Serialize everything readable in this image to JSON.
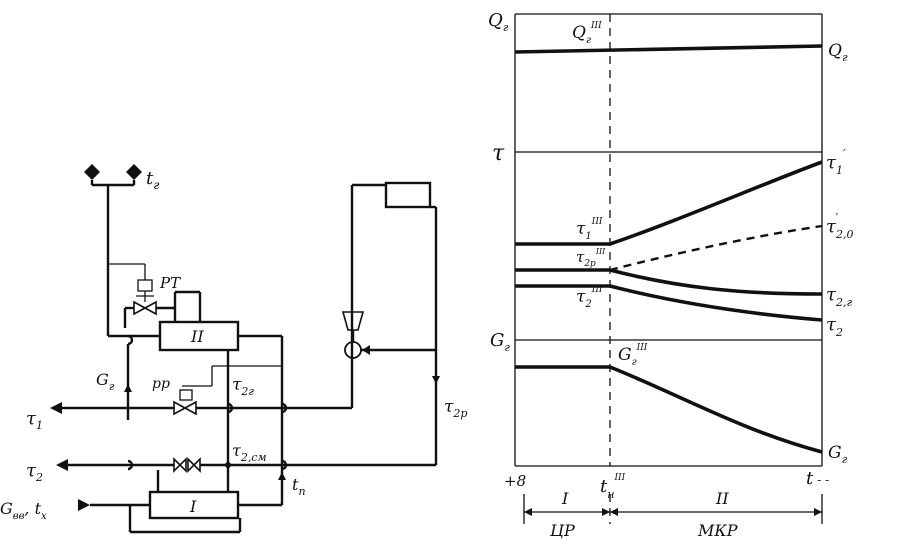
{
  "scheme": {
    "node_II": "II",
    "node_I": "I",
    "t_g": "t",
    "t_g_sub": "г",
    "PT": "PT",
    "PP": "pp",
    "G_g": "G",
    "G_g_sub": "г",
    "tau1": "τ",
    "tau1_sub": "1",
    "tau2": "τ",
    "tau2_sub": "2",
    "tau2g": "τ",
    "tau2g_sub": "2г",
    "tau2sm": "τ",
    "tau2sm_sub": "2,см",
    "tau2p": "τ",
    "tau2p_sub": "2р",
    "t_p": "t",
    "t_p_sub": "п",
    "G_vv": "G",
    "G_vv_sub": "вв",
    "G_vv_tail": ", t",
    "t_x_sub": "x"
  },
  "graph": {
    "axis_Q": "Q",
    "axis_Q_sub": "г",
    "Q_III": "Q",
    "Q_III_sub": "г",
    "Q_III_sup": "III",
    "Q_right": "Q",
    "Q_right_sub": "г",
    "axis_tau": "τ",
    "tau1_III": "τ",
    "tau1_III_sub": "1",
    "tau1_III_sup": "III",
    "tau2p_III": "τ",
    "tau2p_III_sub": "2р",
    "tau2p_III_sup": "III",
    "tau2_III": "τ",
    "tau2_III_sub": "2",
    "tau2_III_sup": "III",
    "tau1_right": "τ",
    "tau1_right_sub": "1",
    "tau1_right_sup": "′",
    "tau20_right": "τ",
    "tau20_right_sub": "2,0",
    "tau20_right_sup": "′",
    "tau2g_right": "τ",
    "tau2g_right_sub": "2,г",
    "tau2_right": "τ",
    "tau2_right_sub": "2",
    "axis_G": "G",
    "axis_G_sub": "г",
    "G_III": "G",
    "G_III_sub": "г",
    "G_III_sup": "III",
    "G_right": "G",
    "G_right_sub": "г",
    "x_start": "+8",
    "x_tn": "t",
    "x_tn_sub": "н",
    "x_tn_sup": "III",
    "x_t": "t",
    "x_t_tail": "- -",
    "period_I": "I",
    "period_II": "II",
    "period_CR": "ЦР",
    "period_MKR": "МКР"
  }
}
